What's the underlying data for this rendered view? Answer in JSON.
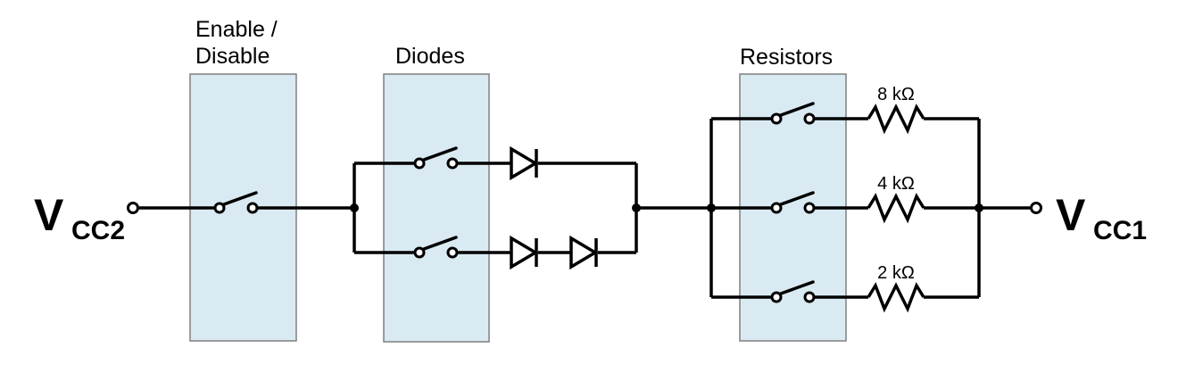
{
  "colors": {
    "background": "#ffffff",
    "section_fill": "#d9eaf2",
    "section_border": "#7f7f7f",
    "line": "#000000"
  },
  "terminals": {
    "vcc2": {
      "main": "V",
      "sub": "CC2"
    },
    "vcc1": {
      "main": "V",
      "sub": "CC1"
    }
  },
  "sections": {
    "enable_disable": {
      "label_line1": "Enable /",
      "label_line2": "Disable"
    },
    "diodes": {
      "label": "Diodes"
    },
    "resistors": {
      "label": "Resistors"
    }
  },
  "resistors": [
    {
      "label": "8 kΩ"
    },
    {
      "label": "4 kΩ"
    },
    {
      "label": "2 kΩ"
    }
  ],
  "symbols": {
    "switch": "spst-switch-icon",
    "diode": "diode-icon",
    "resistor": "resistor-zigzag-icon",
    "terminal": "open-circle-terminal-icon",
    "junction": "junction-dot-icon"
  }
}
